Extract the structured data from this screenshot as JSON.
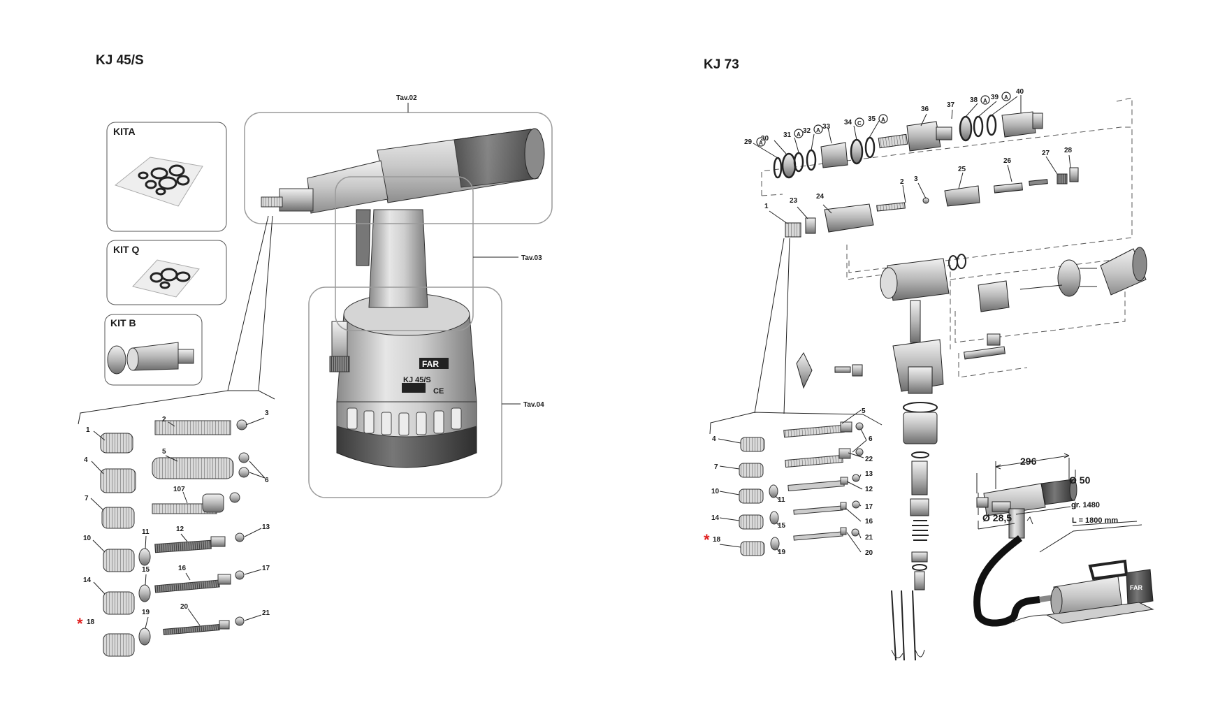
{
  "left": {
    "title": "KJ 45/S",
    "kits": [
      {
        "label": "KITA"
      },
      {
        "label": "KIT Q"
      },
      {
        "label": "KIT B"
      }
    ],
    "tav_labels": {
      "t02": "Tav.02",
      "t03": "Tav.03",
      "t04": "Tav.04"
    },
    "brand": "FAR",
    "model_label": "KJ 45/S",
    "ce_mark": "CE",
    "parts": {
      "p1": "1",
      "p2": "2",
      "p3": "3",
      "p4": "4",
      "p5": "5",
      "p6": "6",
      "p7": "7",
      "p107": "107",
      "p10": "10",
      "p11": "11",
      "p12": "12",
      "p13": "13",
      "p14": "14",
      "p15": "15",
      "p16": "16",
      "p17": "17",
      "p18": "18",
      "p19": "19",
      "p20": "20",
      "p21": "21"
    },
    "star": "*"
  },
  "right": {
    "title": "KJ 73",
    "exploded_parts": {
      "p29": "29",
      "p29s": "A",
      "p30": "30",
      "p31": "31",
      "p31s": "A",
      "p32": "32",
      "p32s": "A",
      "p33": "33",
      "p34": "34",
      "p34s": "C",
      "p35": "35",
      "p35s": "A",
      "p36": "36",
      "p37": "37",
      "p38": "38",
      "p38s": "A",
      "p39": "39",
      "p39s": "A",
      "p40": "40",
      "p27": "27",
      "p28": "28",
      "p26": "26",
      "p25": "25",
      "p2": "2",
      "p3": "3",
      "p24": "24",
      "p23": "23",
      "p1": "1"
    },
    "parts": {
      "p4": "4",
      "p5": "5",
      "p6": "6",
      "p7": "7",
      "p22": "22",
      "p10": "10",
      "p11": "11",
      "p13": "13",
      "p12": "12",
      "p17": "17",
      "p14": "14",
      "p15": "15",
      "p16": "16",
      "p18": "18",
      "p19": "19",
      "p21": "21",
      "p20": "20"
    },
    "star": "*",
    "dimensions": {
      "length": "296",
      "diameter_top": "Ø 50",
      "diameter_bottom": "Ø 28,5",
      "weight": "gr. 1480",
      "hose": "L = 1800 mm"
    },
    "brand": "FAR"
  },
  "colors": {
    "star": "#e02020",
    "line": "#333333",
    "frame": "#9a9a9a"
  }
}
